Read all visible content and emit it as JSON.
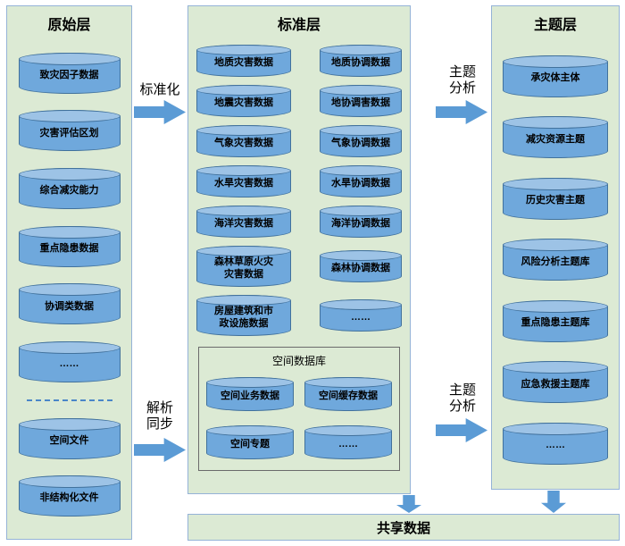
{
  "panels": {
    "original": {
      "title": "原始层",
      "items": [
        "致灾因子数据",
        "灾害评估区划",
        "综合减灾能力",
        "重点隐患数据",
        "协调类数据",
        "……",
        "空间文件",
        "非结构化文件"
      ]
    },
    "standard": {
      "title": "标准层",
      "disaster_items": [
        "地质灾害数据",
        "地震灾害数据",
        "气象灾害数据",
        "水旱灾害数据",
        "海洋灾害数据",
        "森林草原火灾\n灾害数据",
        "房屋建筑和市\n政设施数据"
      ],
      "coord_items": [
        "地质协调数据",
        "地协调害数据",
        "气象协调数据",
        "水旱协调数据",
        "海洋协调数据",
        "森林协调数据",
        "……"
      ],
      "spatial_box": {
        "title": "空间数据库",
        "items": [
          "空间业务数据",
          "空间缓存数据",
          "空间专题",
          "……"
        ]
      }
    },
    "theme": {
      "title": "主题层",
      "items": [
        "承灾体主体",
        "减灾资源主题",
        "历史灾害主题",
        "风险分析主题库",
        "重点隐患主题库",
        "应急救援主题库",
        "……"
      ]
    }
  },
  "flows": {
    "standardize": "标准化",
    "parse_sync": "解析\n同步",
    "theme_analysis_top": "主题\n分析",
    "theme_analysis_bottom": "主题\n分析"
  },
  "shared_bar": {
    "label": "共享数据"
  },
  "colors": {
    "panel_bg": "#dcead4",
    "panel_border": "#95b3d7",
    "cyl_body": "#6fa8dc",
    "cyl_top": "#9dc3e6",
    "cyl_border": "#41719c",
    "arrow_fill": "#5b9bd5",
    "dashed_line": "#4a86c8",
    "text": "#000000"
  }
}
